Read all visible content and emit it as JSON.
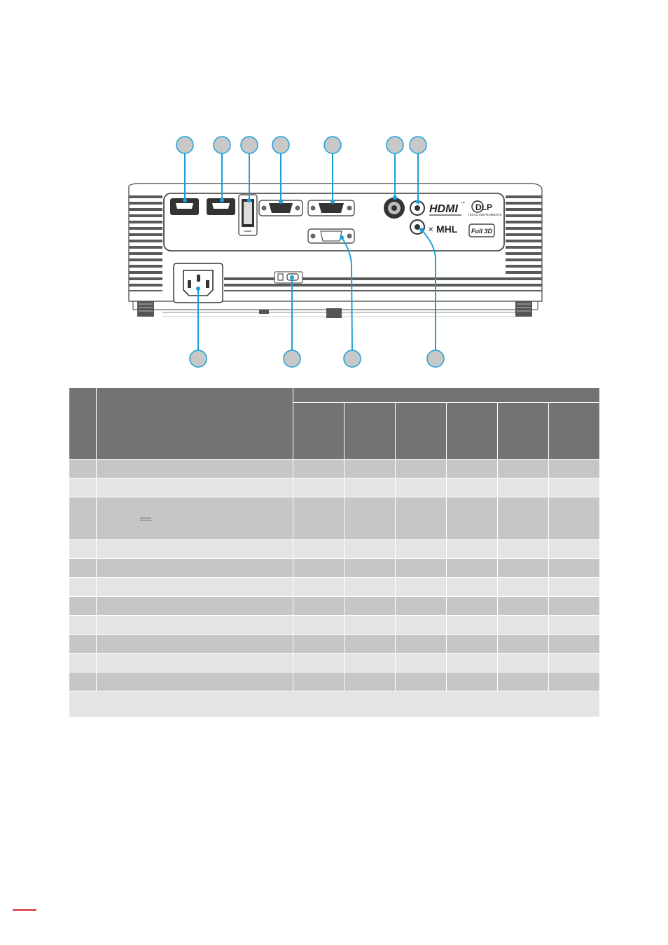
{
  "colors": {
    "callout": "#1aa0d8",
    "table_header": "#737373",
    "table_row_dark": "#c6c6c6",
    "table_row_light": "#e4e4e4",
    "page_mark": "#d9232d"
  },
  "panel_logos": {
    "hdmi": "HDMI",
    "hdmi_tm": "™",
    "dlp": "DLP",
    "dlp_sub": "TEXAS INSTRUMENTS",
    "mhl": "MHL",
    "full3d": "Full 3D"
  },
  "table": {
    "header_span_label": "",
    "columns": 6,
    "rows": 11
  }
}
